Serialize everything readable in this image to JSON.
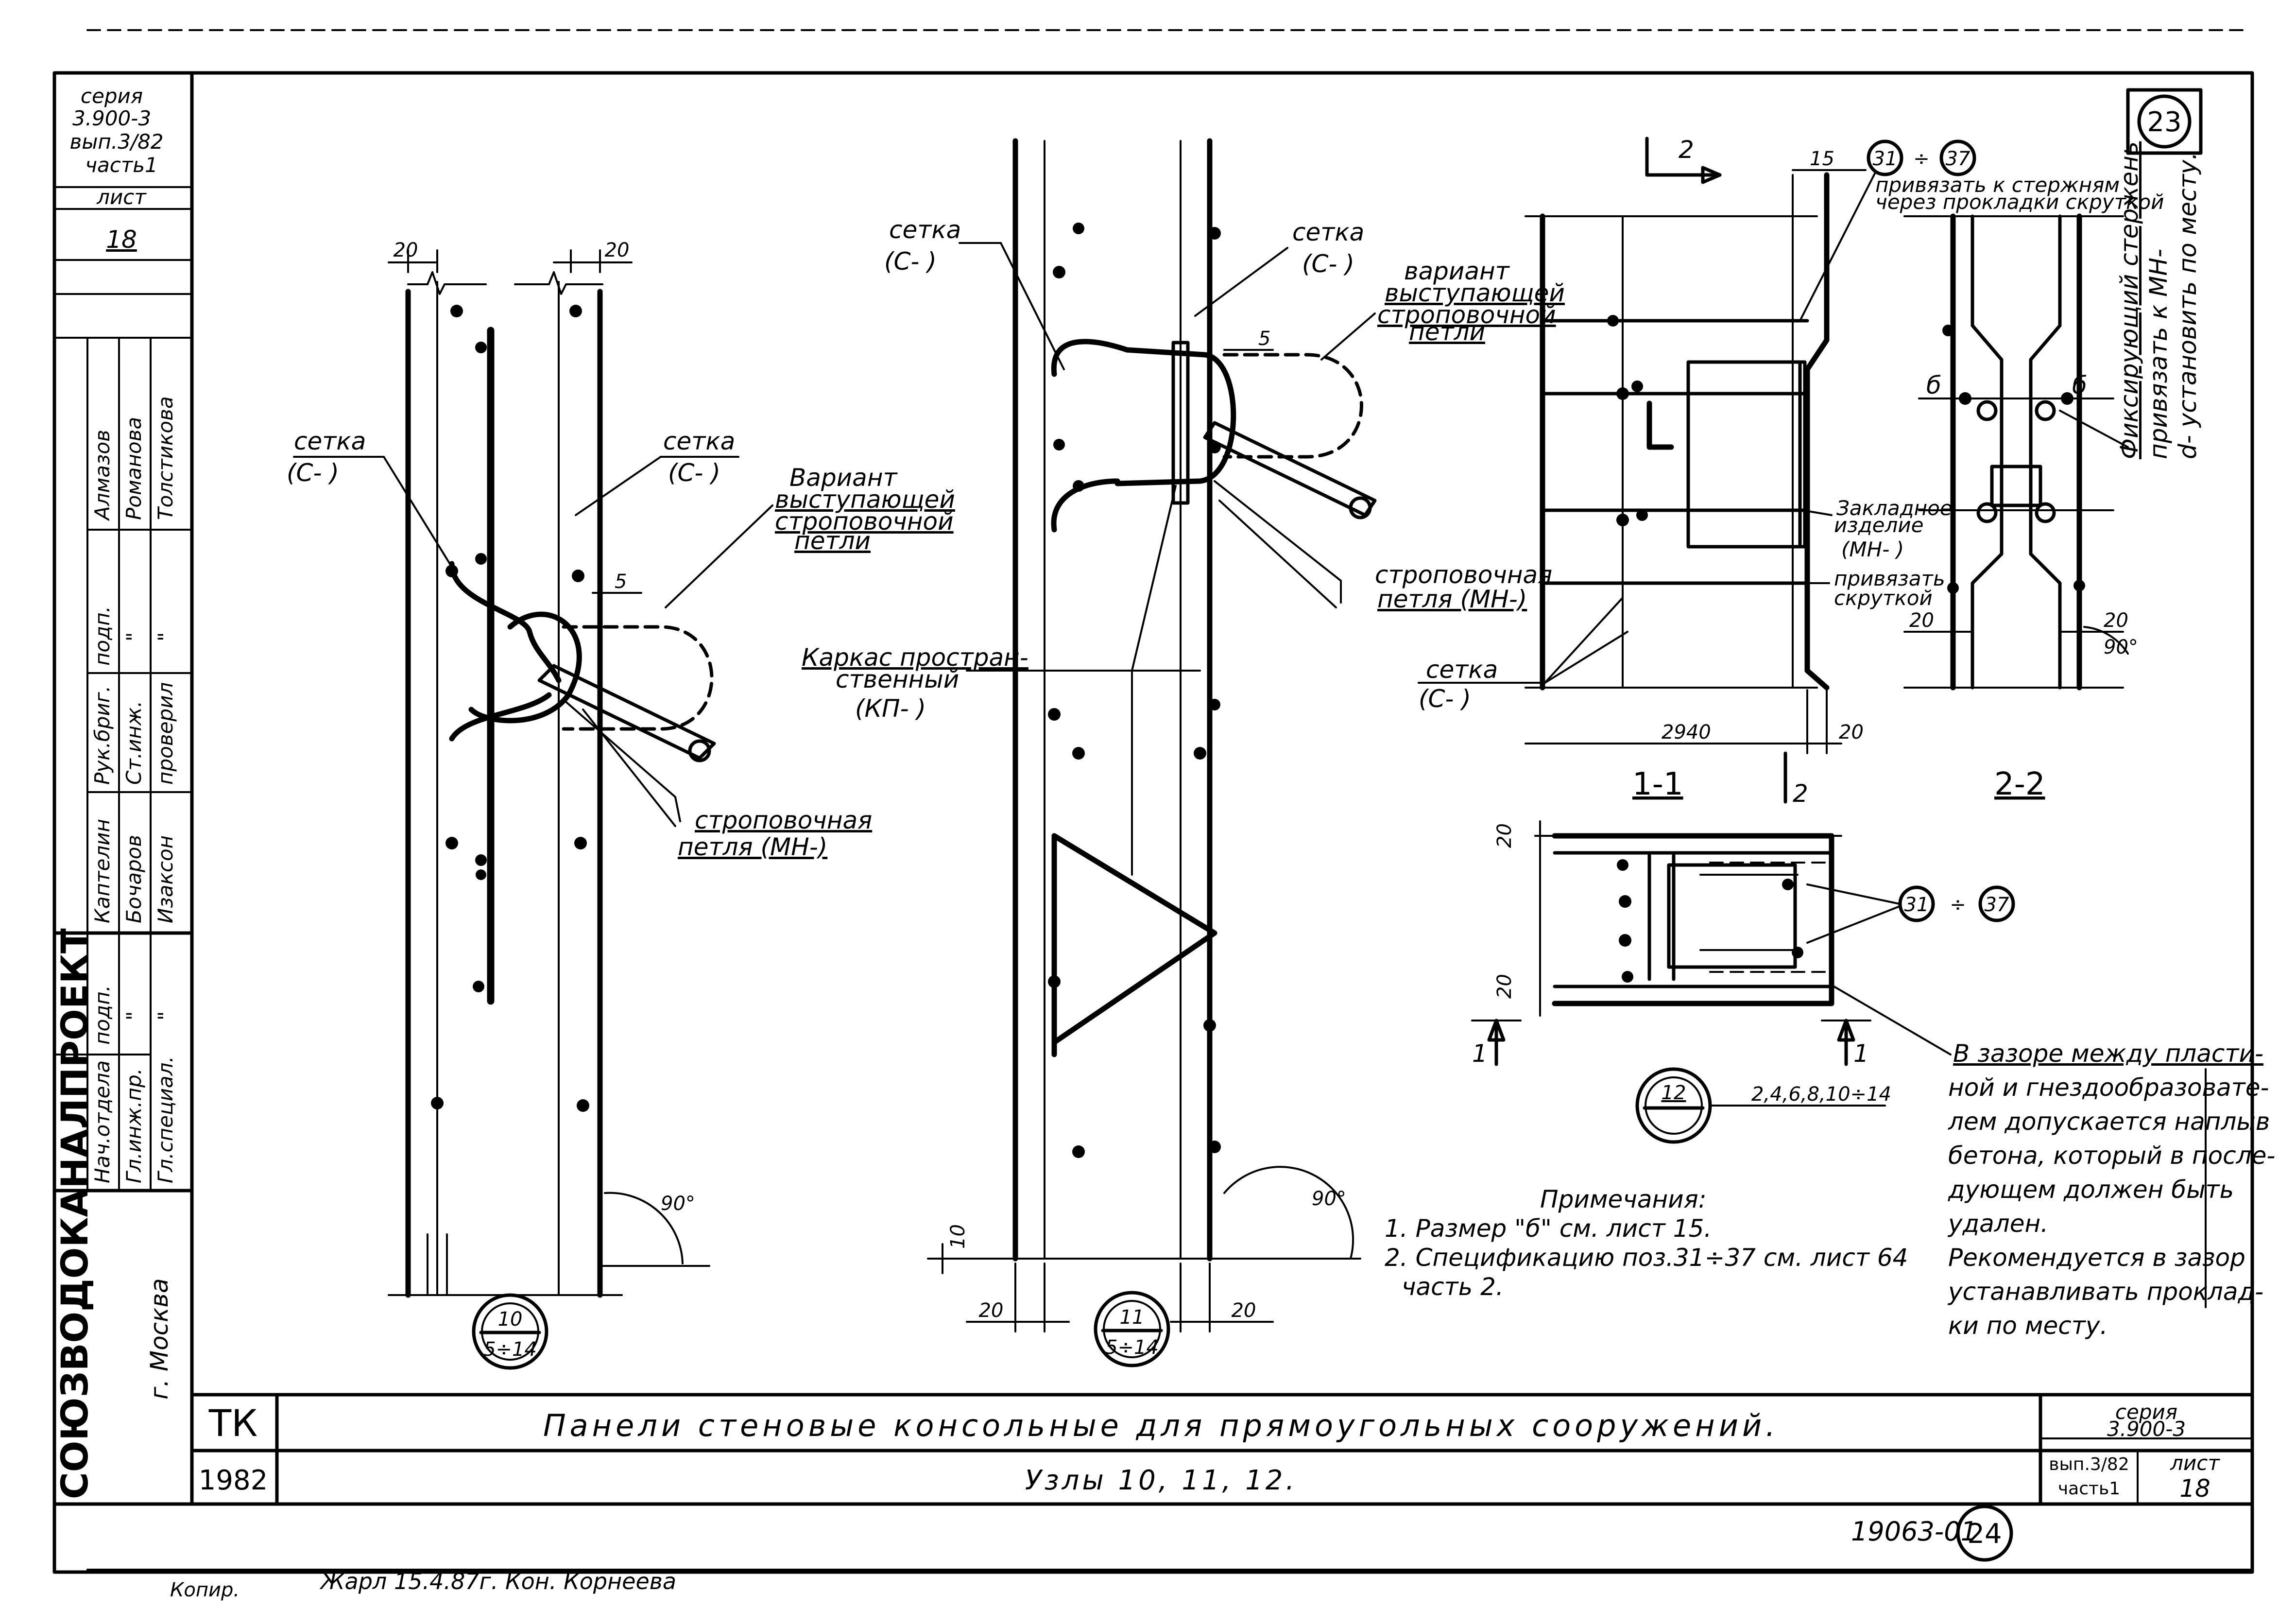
{
  "sheet_number_top": "23",
  "stamp_number_bottom": "24",
  "archive_code": "19063-01",
  "series_box": {
    "l1": "серия",
    "l2": "3.900-3",
    "l3": "вып.3/82",
    "l4": "часть1",
    "l5": "лист",
    "l6": "18"
  },
  "sidebar": {
    "org": "СОЮЗВОДОКАНАЛПРОЕКТ",
    "city": "г. Москва",
    "roles": [
      "Нач.отдела",
      "Гл.инж.пр.",
      "Гл.специал.",
      "Рук.бриг.",
      "Ст.инж.",
      "проверил"
    ],
    "signature_col": [
      "подп.",
      "\"",
      "\"",
      "подп.",
      "\"",
      "\""
    ],
    "names": [
      "Каптелин",
      "Бочаров",
      "Изаксон",
      "Алмазов",
      "Романова",
      "Толстикова"
    ]
  },
  "title_block": {
    "tk": "ТК",
    "year": "1982",
    "title": "Панели стеновые консольные для прямоугольных сооружений.",
    "subtitle": "Узлы 10, 11, 12.",
    "series_label": "серия",
    "series_value": "3.900-3",
    "issue": "вып.3/82",
    "part": "часть1",
    "sheet_label": "лист",
    "sheet_value": "18"
  },
  "node10": {
    "dim_left": "20",
    "dim_right": "20",
    "setka_left": "сетка",
    "setka_left_code": "(С- )",
    "setka_right": "сетка",
    "setka_right_code": "(С- )",
    "variant_l1": "Вариант",
    "variant_l2": "выступающей",
    "variant_l3": "строповочной",
    "variant_l4": "петли",
    "dim_5": "5",
    "loop_l1": "строповочная",
    "loop_l2": "петля (МН-)",
    "angle": "90°",
    "marker_top": "10",
    "marker_bottom": "5÷14"
  },
  "node11": {
    "setka_left": "сетка",
    "setka_left_code": "(С- )",
    "setka_right": "сетка",
    "setka_right_code": "(С- )",
    "variant_l1": "вариант",
    "variant_l2": "выступающей",
    "variant_l3": "строповочной",
    "variant_l4": "петли",
    "dim_5": "5",
    "karkas_l1": "Каркас простран-",
    "karkas_l2": "ственный",
    "karkas_l3": "(КП- )",
    "loop_l1": "строповочная",
    "loop_l2": "петля (МН-)",
    "dim_10": "10",
    "dim_left": "20",
    "dim_right": "20",
    "angle": "90°",
    "marker_top": "11",
    "marker_bottom": "5÷14"
  },
  "section11": {
    "cut_label": "2",
    "dim_15": "15",
    "pos_a": "31",
    "pos_sep": "÷",
    "pos_b": "37",
    "attach_l1": "привязать к стержням",
    "attach_l2": "через прокладки скруткой",
    "embed_l1": "Закладное",
    "embed_l2": "изделие",
    "embed_l3": "(МН- )",
    "tie_l1": "привязать",
    "tie_l2": "скруткой",
    "setka": "сетка",
    "setka_code": "(С- )",
    "dim_2940": "2940",
    "dim_20": "20",
    "cut_bottom": "2",
    "section_name": "1-1"
  },
  "section22": {
    "b_left": "б",
    "b_right": "б",
    "dim_20": "20",
    "dim_20b": "20",
    "angle": "90°",
    "fix_l1": "Фиксирующий стержень",
    "fix_l2": "привязать к МН-",
    "fix_l3": "d- установить по месту.",
    "section_name": "2-2"
  },
  "node12": {
    "dim_20_top": "20",
    "dim_20_bot": "20",
    "pos_a": "31",
    "pos_sep": "÷",
    "pos_b": "37",
    "cut_left": "1",
    "cut_right": "1",
    "marker_top": "12",
    "marker_ref": "2,4,6,8,10÷14"
  },
  "notes": {
    "heading": "Примечания:",
    "n1": "1. Размер \"б\" см. лист 15.",
    "n2a": "2. Спецификацию поз.31÷37 см. лист 64",
    "n2b": "часть 2."
  },
  "gap_note": [
    "В зазоре между пласти-",
    "ной и гнездообразовате-",
    "лем допускается наплыв",
    "бетона, который в после-",
    "дующем должен быть",
    "удален.",
    "Рекомендуется в зазор",
    "устанавливать проклад-",
    "ки по месту."
  ],
  "handwriting": {
    "copied": "Копир.",
    "name_date": "Жарл 15.4.87г. Кон. Корнеева"
  }
}
